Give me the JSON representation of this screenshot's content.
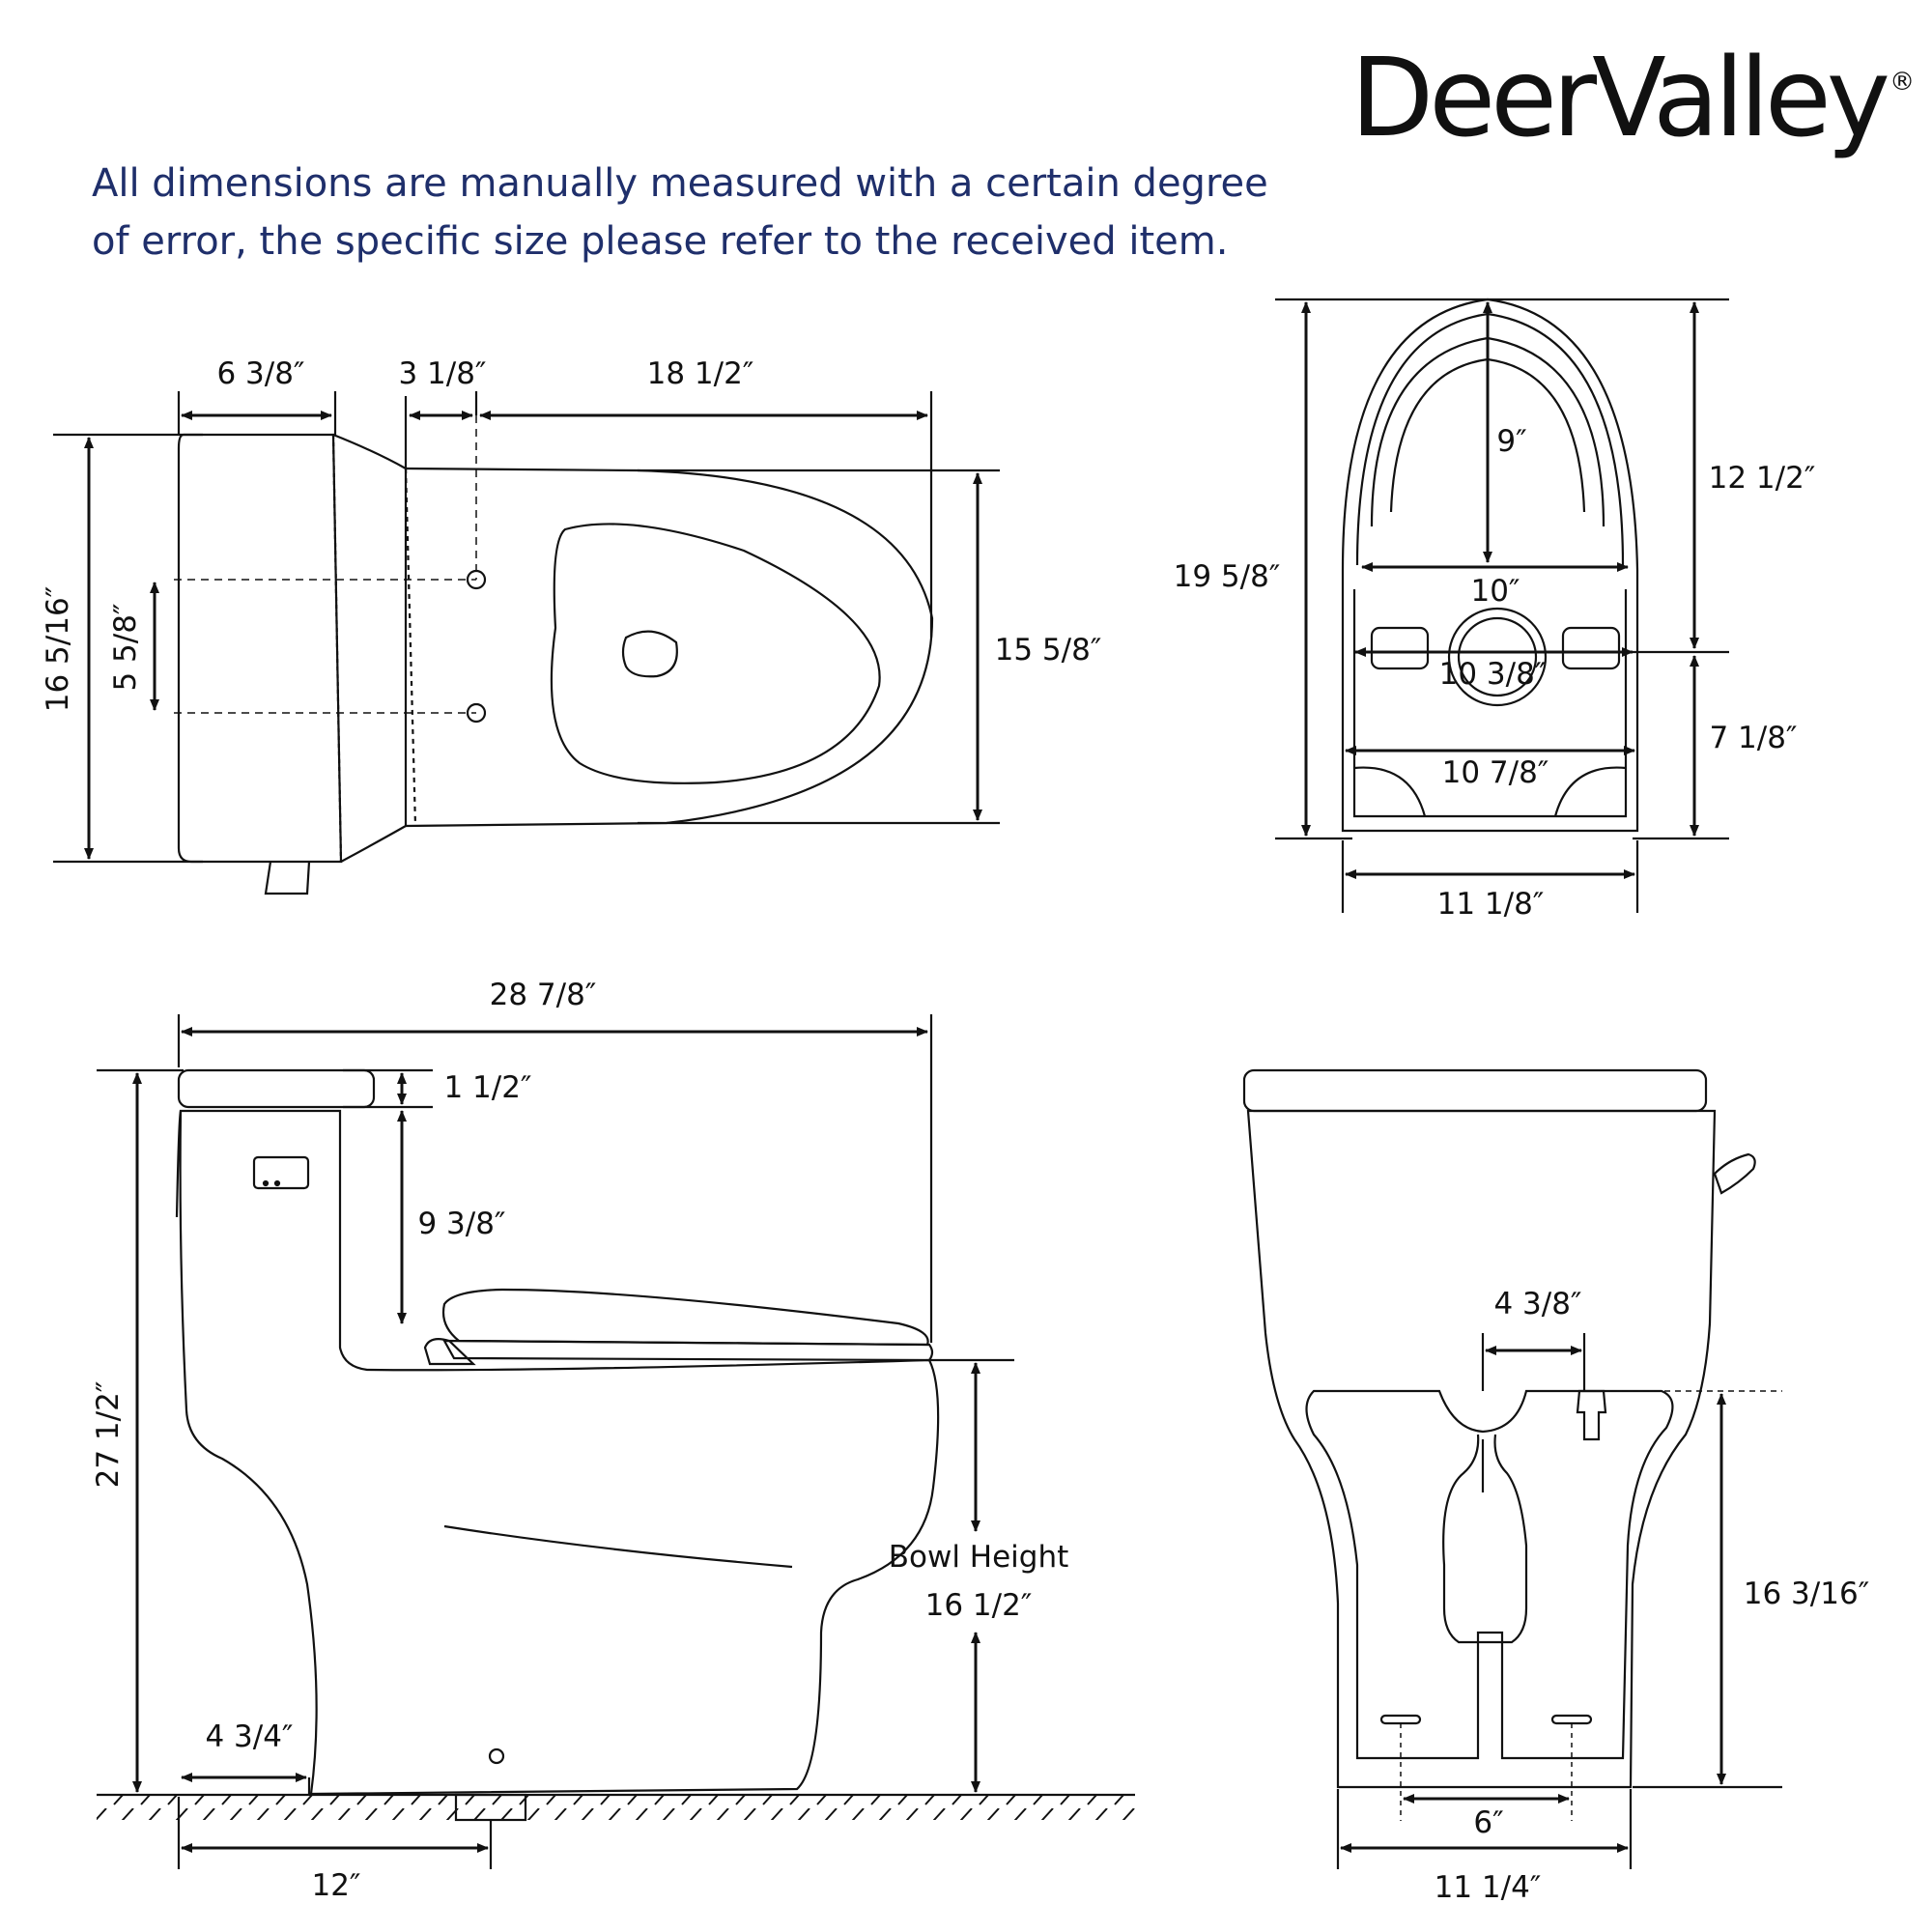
{
  "brand": {
    "name": "DeerValley",
    "registered": "®"
  },
  "disclaimer": {
    "line1": "All dimensions are manually measured with a certain degree",
    "line2": "of error, the specific size please refer to the received item."
  },
  "colors": {
    "disclaimer_text": "#1f2f6b",
    "drawing": "#111111"
  },
  "top_view": {
    "tank_depth": "6 3/8″",
    "hole_offset": "3 1/8″",
    "bowl_length": "18 1/2″",
    "overall_width": "16 5/16″",
    "hole_spacing": "5 5/8″",
    "bowl_width": "15 5/8″"
  },
  "bottom_view": {
    "overall_length": "19 5/8″",
    "rim_depth": "9″",
    "front_section": "12 1/2″",
    "rim_inner_width": "10″",
    "outlet_width": "10 3/8″",
    "rear_section": "7 1/8″",
    "base_inner_width": "10 7/8″",
    "base_width": "11 1/8″"
  },
  "side_view": {
    "overall_length": "28 7/8″",
    "lid_thickness": "1 1/2″",
    "tank_height": "9 3/8″",
    "overall_height": "27 1/2″",
    "bowl_height_label": "Bowl Height",
    "bowl_height": "16 1/2″",
    "rear_offset": "4 3/4″",
    "rough_in": "12″"
  },
  "rear_view": {
    "inlet_offset": "4 3/8″",
    "inlet_height": "16 3/16″",
    "bolt_spacing": "6″",
    "base_width": "11 1/4″"
  }
}
